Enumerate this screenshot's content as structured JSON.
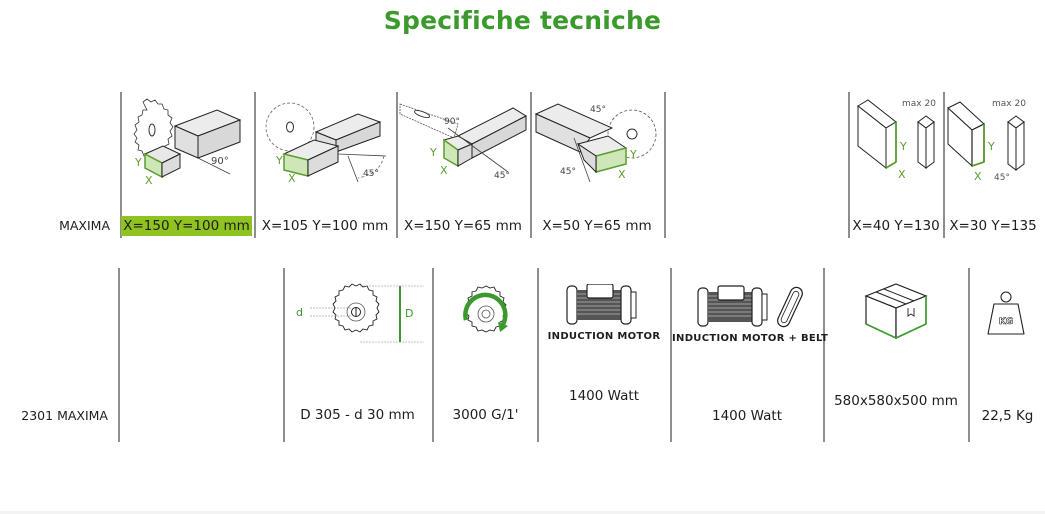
{
  "title": "Specifiche tecniche",
  "colors": {
    "accent": "#3a9a2c",
    "highlight": "#8fc31f",
    "divider": "#8e8e8e"
  },
  "cutting_capacity": {
    "row_label": "MAXIMA",
    "columns": [
      {
        "icon": "saw-90-degree-cut-icon",
        "angles": [
          "90°"
        ],
        "x_label": "X",
        "y_label": "Y",
        "value": "X=150  Y=100 mm",
        "highlighted": true
      },
      {
        "icon": "saw-45-degree-cut-icon",
        "angles": [
          "45°"
        ],
        "x_label": "X",
        "y_label": "Y",
        "value": "X=105  Y=100 mm",
        "highlighted": false
      },
      {
        "icon": "saw-90-45-bevel-cut-icon",
        "angles": [
          "90°",
          "45°"
        ],
        "x_label": "X",
        "y_label": "Y",
        "value": "X=150  Y=65 mm",
        "highlighted": false
      },
      {
        "icon": "saw-double-45-cut-icon",
        "angles": [
          "45°",
          "45°"
        ],
        "x_label": "X",
        "y_label": "Y",
        "value": "X=50  Y=65 mm",
        "highlighted": false
      },
      {
        "icon": "empty",
        "value": ""
      },
      {
        "icon": "panel-straight-cut-icon",
        "max_label": "max 20",
        "x_label": "X",
        "y_label": "Y",
        "value": "X=40  Y=130",
        "highlighted": false
      },
      {
        "icon": "panel-45-cut-icon",
        "max_label": "max 20",
        "angles": [
          "45°"
        ],
        "x_label": "X",
        "y_label": "Y",
        "value": "X=30  Y=135",
        "highlighted": false
      }
    ]
  },
  "specs": {
    "row_label": "2301 MAXIMA",
    "columns": [
      {
        "icon": "empty",
        "caption": "",
        "value": ""
      },
      {
        "icon": "blade-diameter-icon",
        "d_label": "d",
        "D_label": "D",
        "value": "D 305 - d 30 mm"
      },
      {
        "icon": "blade-rotation-speed-icon",
        "value": "3000 G/1'"
      },
      {
        "icon": "induction-motor-icon",
        "caption": "INDUCTION MOTOR",
        "value": "1400 Watt"
      },
      {
        "icon": "induction-motor-belt-icon",
        "caption": "INDUCTION MOTOR + BELT",
        "value": "1400 Watt"
      },
      {
        "icon": "package-box-icon",
        "value": "580x580x500 mm"
      },
      {
        "icon": "weight-kg-icon",
        "weight_label": "KG",
        "value": "22,5 Kg"
      }
    ]
  }
}
